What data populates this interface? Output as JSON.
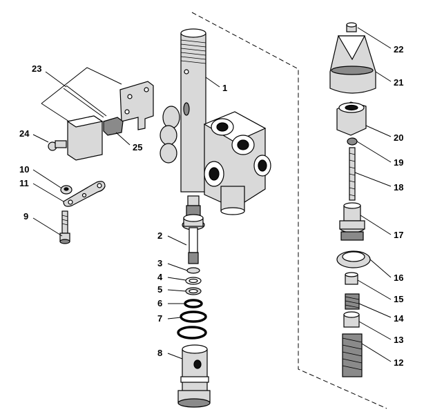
{
  "diagram": {
    "type": "exploded-parts-view",
    "labels": [
      "1",
      "2",
      "3",
      "4",
      "5",
      "6",
      "7",
      "8",
      "9",
      "10",
      "11",
      "12",
      "13",
      "14",
      "15",
      "16",
      "17",
      "18",
      "19",
      "20",
      "21",
      "22",
      "23",
      "24",
      "25"
    ]
  }
}
